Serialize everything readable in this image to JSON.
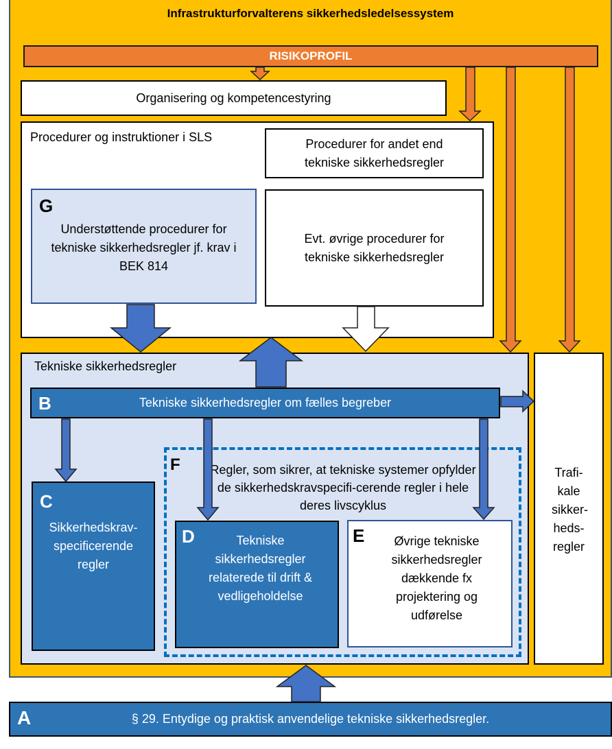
{
  "diagram": {
    "title": "Infrastrukturforvalterens sikkerhedsledelsessystem",
    "risk_profile": "RISIKOPROFIL",
    "organisation": "Organisering og kompetencestyring",
    "procedures": {
      "label": "Procedurer og instruktioner i SLS",
      "other": "Procedurer for andet end tekniske sikkerhedsregler",
      "g": {
        "letter": "G",
        "text": "Understøttende procedurer for tekniske sikkerhedsregler jf. krav i BEK 814"
      },
      "optional": "Evt. øvrige procedurer for tekniske sikkerhedsregler"
    },
    "technical_rules": {
      "label": "Tekniske sikkerhedsregler",
      "b": {
        "letter": "B",
        "text": "Tekniske sikkerhedsregler om fælles begreber"
      },
      "c": {
        "letter": "C",
        "text": "Sikkerhedskrav-specificerende regler"
      },
      "f": {
        "letter": "F",
        "text": "Regler, som sikrer, at tekniske systemer opfylder de sikkerhedskravspecifi-cerende regler i hele deres livscyklus"
      },
      "d": {
        "letter": "D",
        "text": "Tekniske sikkerhedsregler relaterede til drift & vedligeholdelse"
      },
      "e": {
        "letter": "E",
        "text": "Øvrige tekniske sikkerhedsregler dækkende fx projektering og udførelse"
      }
    },
    "traffic_rules": "Trafi- kale sikker- heds- regler",
    "a": {
      "letter": "A",
      "text": "§ 29. Entydige og praktisk anvendelige tekniske sikkerhedsregler."
    }
  },
  "colors": {
    "outer": "#ffc000",
    "risk": "#ed7d31",
    "dark_blue": "#2e75b6",
    "arrow_blue": "#4472c4",
    "light_blue": "#dae3f3",
    "dashed": "#0070c0"
  }
}
